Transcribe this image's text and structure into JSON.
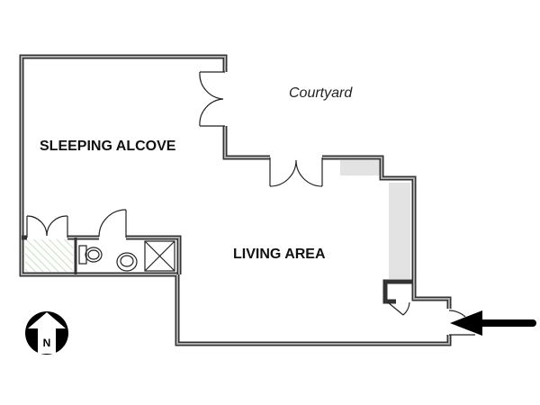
{
  "rooms": {
    "sleeping_alcove": "SLEEPING ALCOVE",
    "living_area": "LIVING AREA",
    "courtyard": "Courtyard"
  },
  "compass": {
    "label": "N"
  },
  "colors": {
    "wall": "#333333",
    "counter": "#e3e3e3",
    "closet_hatch": "#b8d4b0"
  }
}
